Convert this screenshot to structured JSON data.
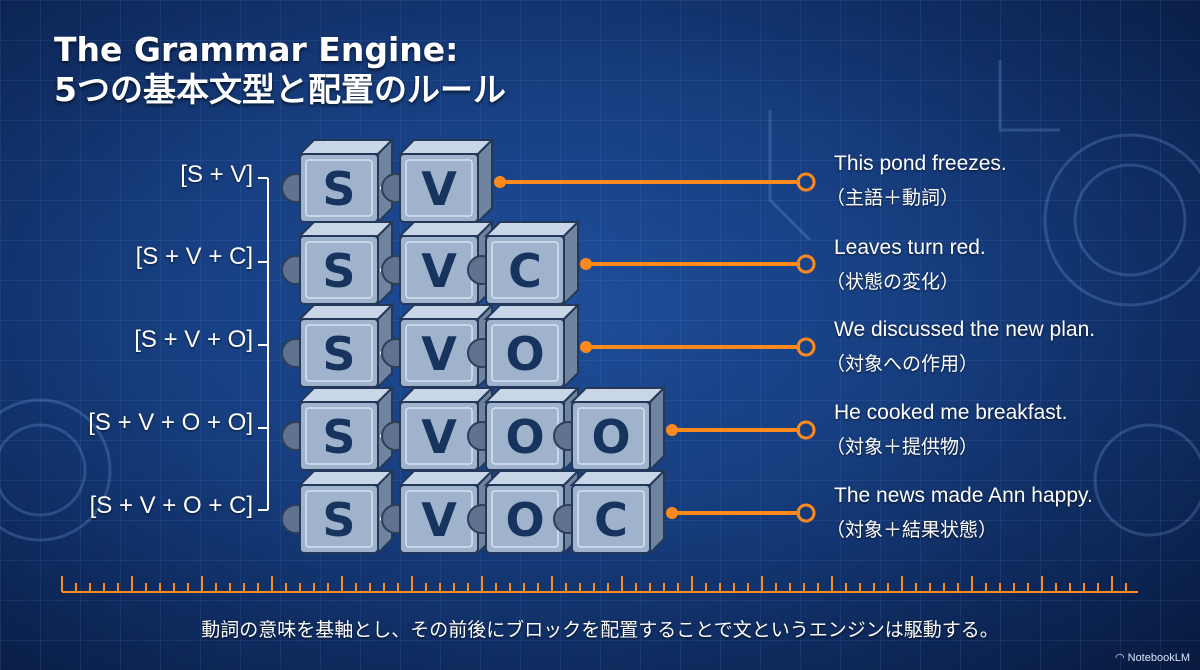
{
  "title": {
    "line1": "The Grammar Engine:",
    "line2": "5つの基本文型と配置のルール"
  },
  "rows": [
    {
      "label": "[S + V]",
      "blocks": [
        "S",
        "V"
      ],
      "example": "This pond freezes.",
      "note": "（主語＋動詞）"
    },
    {
      "label": "[S + V + C]",
      "blocks": [
        "S",
        "V",
        "C"
      ],
      "example": "Leaves turn red.",
      "note": "（状態の変化）"
    },
    {
      "label": "[S + V + O]",
      "blocks": [
        "S",
        "V",
        "O"
      ],
      "example": "We discussed the new plan.",
      "note": "（対象への作用）"
    },
    {
      "label": "[S + V + O + O]",
      "blocks": [
        "S",
        "V",
        "O",
        "O"
      ],
      "example": "He cooked me breakfast.",
      "note": "（対象＋提供物）"
    },
    {
      "label": "[S + V + O + C]",
      "blocks": [
        "S",
        "V",
        "O",
        "C"
      ],
      "example": "The news made Ann happy.",
      "note": "（対象＋結果状態）"
    }
  ],
  "footer": "動詞の意味を基軸とし、その前後にブロックを配置することで文というエンジンは駆動する。",
  "brand": "NotebookLM",
  "colors": {
    "accent": "#ff8a1c",
    "block_face": "#9fb3cc",
    "letter": "#17345f",
    "background": "#163c7c"
  }
}
